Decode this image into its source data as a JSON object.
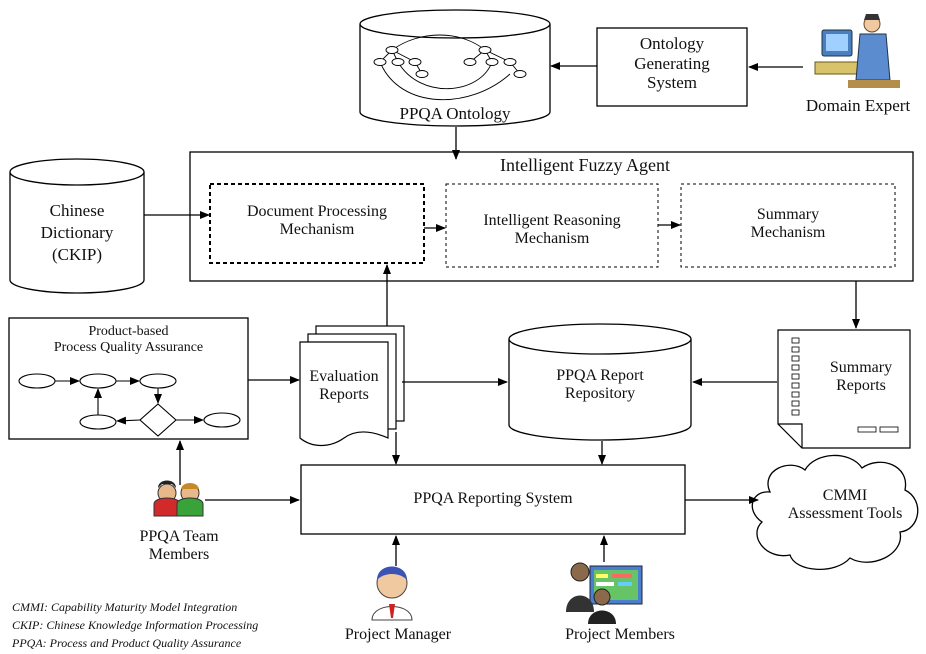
{
  "nodes": {
    "ppqa_ontology": "PPQA Ontology",
    "ontology_generating_system": [
      "Ontology",
      "Generating",
      "System"
    ],
    "domain_expert": "Domain Expert",
    "intelligent_fuzzy_agent": "Intelligent Fuzzy Agent",
    "chinese_dictionary": [
      "Chinese",
      "Dictionary",
      "(CKIP)"
    ],
    "document_processing": [
      "Document Processing",
      "Mechanism"
    ],
    "intelligent_reasoning": [
      "Intelligent Reasoning",
      "Mechanism"
    ],
    "summary_mechanism": [
      "Summary",
      "Mechanism"
    ],
    "pbpqa": [
      "Product-based",
      "Process Quality Assurance"
    ],
    "evaluation_reports": [
      "Evaluation",
      "Reports"
    ],
    "ppqa_report_repository": [
      "PPQA Report",
      "Repository"
    ],
    "summary_reports": [
      "Summary",
      "Reports"
    ],
    "ppqa_reporting_system": "PPQA Reporting System",
    "cmmi_assessment_tools": [
      "CMMI",
      "Assessment Tools"
    ],
    "ppqa_team_members": [
      "PPQA Team",
      "Members"
    ],
    "project_manager": "Project Manager",
    "project_members": "Project Members"
  },
  "legend": [
    "CMMI: Capability Maturity Model Integration",
    "CKIP: Chinese Knowledge Information Processing",
    "PPQA: Process and Product Quality Assurance"
  ],
  "icons": [
    "database-icon",
    "domain-expert-icon",
    "team-members-icon",
    "project-manager-icon",
    "project-members-icon",
    "flowchart-icon",
    "document-stack-icon",
    "report-document-icon",
    "cloud-icon"
  ]
}
